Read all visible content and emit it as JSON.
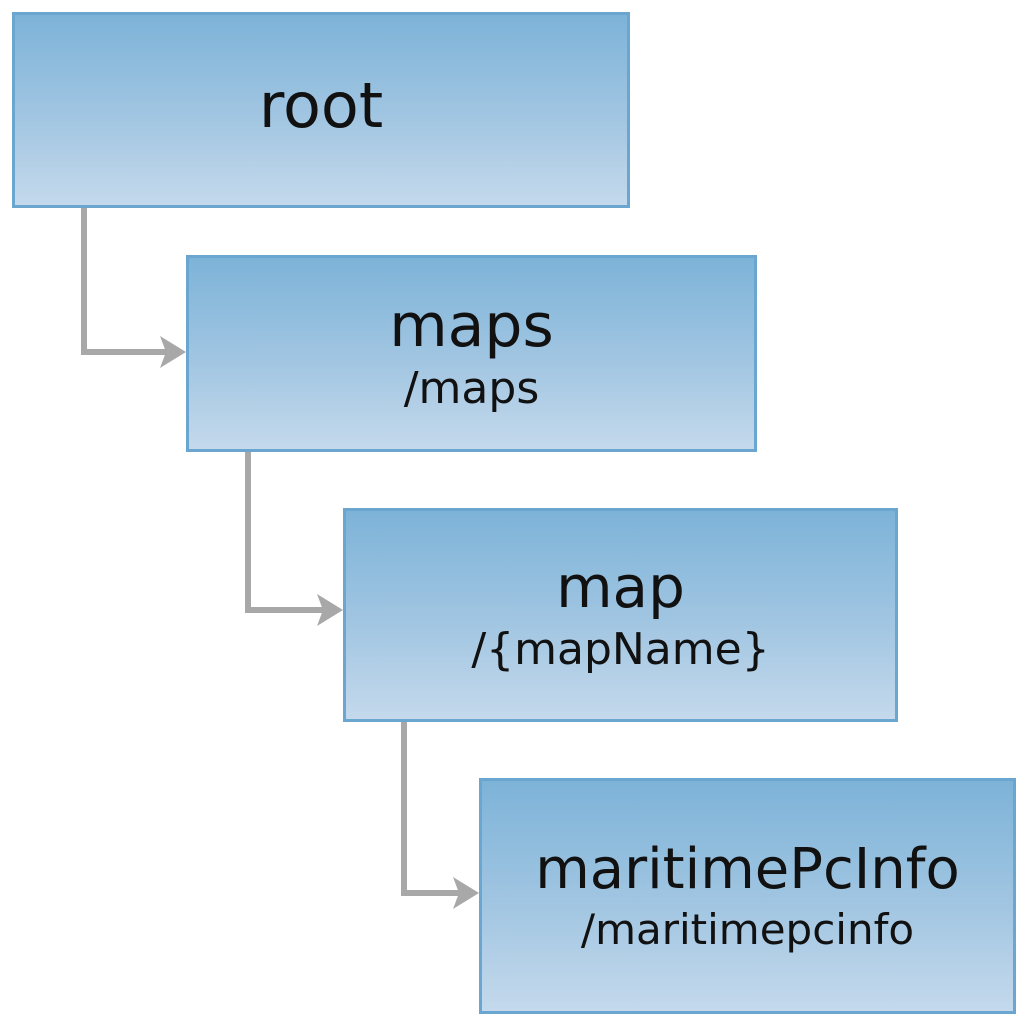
{
  "nodes": [
    {
      "id": "root",
      "title": "root",
      "path": ""
    },
    {
      "id": "maps",
      "title": "maps",
      "path": "/maps"
    },
    {
      "id": "map",
      "title": "map",
      "path": "/{mapName}"
    },
    {
      "id": "maritimePcInfo",
      "title": "maritimePcInfo",
      "path": "/maritimepcinfo"
    }
  ],
  "edges": [
    {
      "from": "root",
      "to": "maps"
    },
    {
      "from": "maps",
      "to": "map"
    },
    {
      "from": "map",
      "to": "maritimePcInfo"
    }
  ],
  "colors": {
    "node_border": "#6aa6cf",
    "node_fill_top": "#7db3d8",
    "node_fill_bottom": "#c4d9ec",
    "connector": "#a8a8a8",
    "text": "#111111"
  }
}
